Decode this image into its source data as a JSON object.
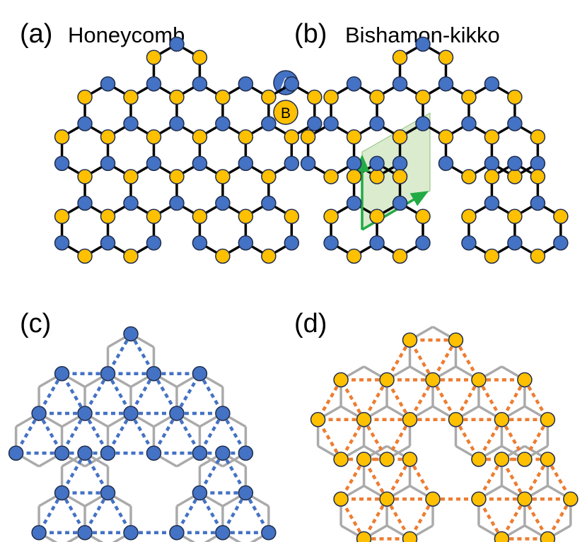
{
  "panels": {
    "a": {
      "letter": "(a)",
      "title": "Honeycomb"
    },
    "b": {
      "letter": "(b)",
      "title": "Bishamon-kikko"
    },
    "c": {
      "letter": "(c)"
    },
    "d": {
      "letter": "(d)"
    }
  },
  "legend": {
    "a_label": "A",
    "b_label": "B"
  },
  "colors": {
    "site_a": "#4472C4",
    "site_b": "#FFC000",
    "bond": "#000000",
    "background_bond": "#AAAAAA",
    "a_sublattice_bond": "#4472C4",
    "b_sublattice_bond": "#ED7D31",
    "unit_cell_fill": "#C6E0B4",
    "unit_cell_arrow": "#22AA44",
    "site_outline": "#1F2D4D"
  }
}
